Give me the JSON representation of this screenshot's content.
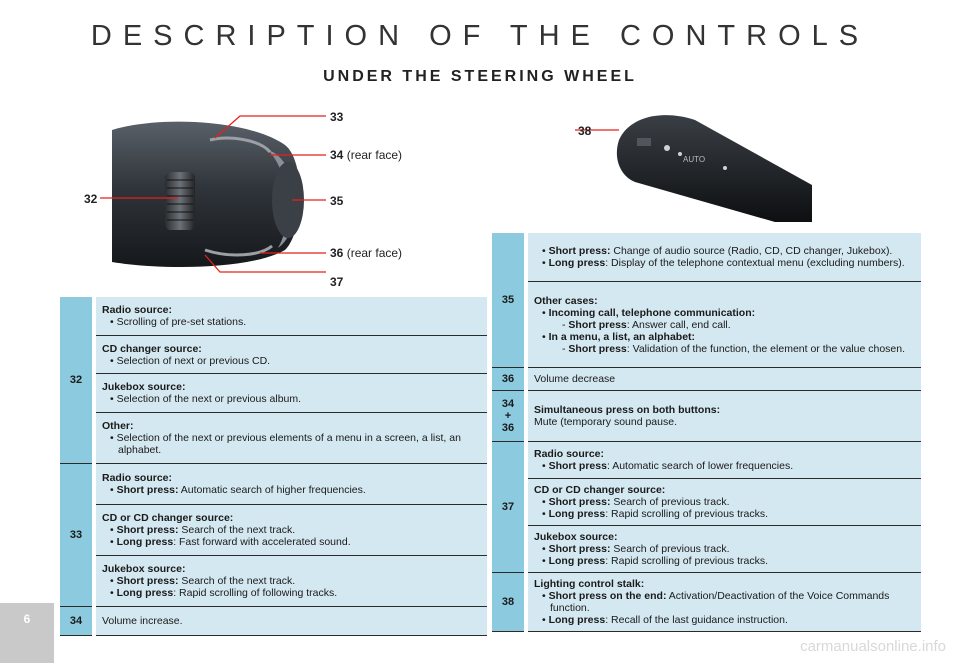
{
  "header": {
    "title": "DESCRIPTION OF THE CONTROLS",
    "subtitle": "UNDER THE STEERING WHEEL"
  },
  "figure_left": {
    "callouts": [
      {
        "num": "33",
        "suffix": ""
      },
      {
        "num": "34",
        "suffix": "(rear face)"
      },
      {
        "num": "32",
        "suffix": ""
      },
      {
        "num": "35",
        "suffix": ""
      },
      {
        "num": "36",
        "suffix": "(rear face)"
      },
      {
        "num": "37",
        "suffix": ""
      }
    ]
  },
  "figure_right": {
    "callouts": [
      {
        "num": "38"
      }
    ]
  },
  "left_table": {
    "rows": [
      {
        "num": "32",
        "cells": [
          {
            "title": "Radio source:",
            "bullets": [
              {
                "strong": "",
                "text": "Scrolling of pre-set stations."
              }
            ]
          },
          {
            "title": "CD changer source:",
            "bullets": [
              {
                "strong": "",
                "text": "Selection of next or previous CD."
              }
            ]
          },
          {
            "title": "Jukebox source:",
            "bullets": [
              {
                "strong": "",
                "text": "Selection of the next or previous album."
              }
            ]
          },
          {
            "title": "Other:",
            "bullets": [
              {
                "strong": "",
                "text": "Selection of the next or previous elements of a menu in a screen, a list, an alphabet."
              }
            ]
          }
        ]
      },
      {
        "num": "33",
        "cells": [
          {
            "title": "Radio source:",
            "bullets": [
              {
                "strong": "Short press:",
                "text": " Automatic search of higher frequencies."
              }
            ]
          },
          {
            "title": "CD or CD changer source:",
            "bullets": [
              {
                "strong": "Short press:",
                "text": " Search of the next track."
              },
              {
                "strong": "Long press",
                "text": ": Fast forward with accelerated sound."
              }
            ]
          },
          {
            "title": "Jukebox source:",
            "bullets": [
              {
                "strong": "Short press:",
                "text": " Search of the next track."
              },
              {
                "strong": "Long press",
                "text": ": Rapid scrolling of following tracks."
              }
            ]
          }
        ]
      },
      {
        "num": "34",
        "text": "Volume increase."
      }
    ]
  },
  "right_table": {
    "r35a_b1_strong": "Short press:",
    "r35a_b1_text": " Change of audio source (Radio, CD, CD changer, Jukebox).",
    "r35a_b2_strong": "Long press",
    "r35a_b2_text": ": Display of the telephone contextual menu (excluding numbers).",
    "r35b_title": "Other cases:",
    "r35b_b1": "Incoming call, telephone communication:",
    "r35b_d1_strong": "Short press",
    "r35b_d1_text": ": Answer call, end call.",
    "r35b_b2": "In a menu, a list, an alphabet:",
    "r35b_d2_strong": "Short press",
    "r35b_d2_text": ": Validation of the function, the element or the value chosen.",
    "num35": "35",
    "num36": "36",
    "r36_text": "Volume decrease",
    "num_combo_a": "34",
    "num_combo_plus": "+",
    "num_combo_b": "36",
    "combo_title": "Simultaneous press on both buttons:",
    "combo_text": "Mute (temporary sound pause.",
    "num37": "37",
    "r37a_title": "Radio source:",
    "r37a_b1_strong": "Short press",
    "r37a_b1_text": ": Automatic search of lower frequencies.",
    "r37b_title": "CD or CD changer source:",
    "r37b_b1_strong": "Short press:",
    "r37b_b1_text": " Search of previous track.",
    "r37b_b2_strong": "Long press",
    "r37b_b2_text": ": Rapid scrolling of previous tracks.",
    "r37c_title": "Jukebox source:",
    "r37c_b1_strong": "Short press:",
    "r37c_b1_text": " Search of previous track.",
    "r37c_b2_strong": "Long press",
    "r37c_b2_text": ": Rapid scrolling of previous tracks.",
    "num38": "38",
    "r38_title": "Lighting control stalk:",
    "r38_b1_strong": "Short press on the end:",
    "r38_b1_text": " Activation/Deactivation of the Voice Commands function.",
    "r38_b2_strong": "Long press",
    "r38_b2_text": ": Recall of the last guidance instruction."
  },
  "footer": {
    "page_number": "6",
    "watermark": "carmanualsonline.info"
  },
  "colors": {
    "number_column": "#8ccbdf",
    "row_background": "#d4e8f1",
    "callout_line": "#e5211c"
  }
}
